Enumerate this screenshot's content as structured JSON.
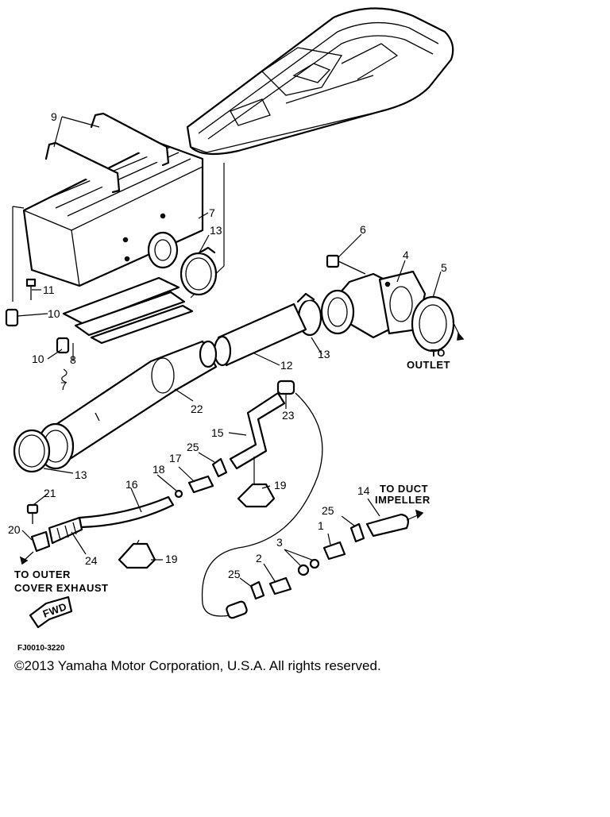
{
  "diagram": {
    "callouts": {
      "c1": "1",
      "c2": "2",
      "c3": "3",
      "c4": "4",
      "c5": "5",
      "c6": "6",
      "c7a": "7",
      "c7b": "7",
      "c8": "8",
      "c9": "9",
      "c10a": "10",
      "c10b": "10",
      "c11": "11",
      "c12": "12",
      "c13a": "13",
      "c13b": "13",
      "c13c": "13",
      "c14": "14",
      "c15": "15",
      "c16": "16",
      "c17": "17",
      "c18": "18",
      "c19a": "19",
      "c19b": "19",
      "c20": "20",
      "c21": "21",
      "c22": "22",
      "c23": "23",
      "c24": "24",
      "c25a": "25",
      "c25b": "25",
      "c25c": "25"
    },
    "notes": {
      "to_outlet_1": "TO",
      "to_outlet_2": "OUTLET",
      "to_duct_1": "TO DUCT",
      "to_duct_2": "IMPELLER",
      "to_outer_1": "TO OUTER",
      "to_outer_2": "COVER EXHAUST",
      "fwd": "FWD"
    },
    "figure_code": "FJ0010-3220"
  },
  "footer": {
    "copyright": "©2013 Yamaha Motor Corporation, U.S.A. All rights reserved."
  }
}
